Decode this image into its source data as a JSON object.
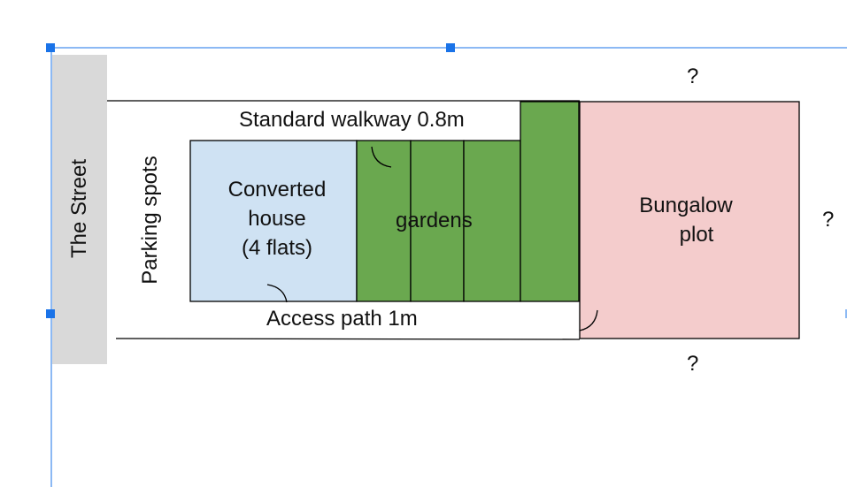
{
  "labels": {
    "street": "The Street",
    "parking": "Parking spots",
    "walkway": "Standard walkway 0.8m",
    "house": [
      "Converted",
      "house",
      "(4 flats)"
    ],
    "gardens": "gardens",
    "bungalow": [
      "Bungalow",
      "plot"
    ],
    "access": "Access path 1m",
    "unknown_top": "?",
    "unknown_right": "?",
    "unknown_bottom": "?"
  },
  "colors": {
    "street": "#d9d9d9",
    "house": "#cfe2f3",
    "gardens": "#6aa84f",
    "bungalow": "#f4cccc",
    "selection": "#1a73e8",
    "outline": "#000000"
  }
}
